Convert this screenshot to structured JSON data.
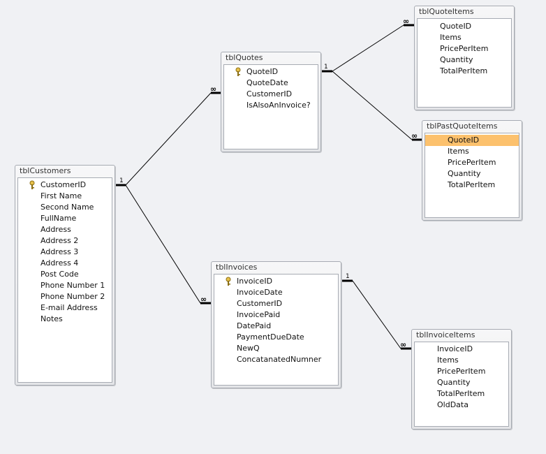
{
  "symbols": {
    "one": "1",
    "many": "∞"
  },
  "tables": [
    {
      "id": "customers",
      "title": "tblCustomers",
      "fields": [
        {
          "name": "CustomerID",
          "key": true
        },
        {
          "name": "First Name"
        },
        {
          "name": "Second Name"
        },
        {
          "name": "FullName"
        },
        {
          "name": "Address"
        },
        {
          "name": "Address 2"
        },
        {
          "name": "Address 3"
        },
        {
          "name": "Address 4"
        },
        {
          "name": "Post Code"
        },
        {
          "name": "Phone Number 1"
        },
        {
          "name": "Phone Number 2"
        },
        {
          "name": "E-mail Address"
        },
        {
          "name": "Notes"
        }
      ]
    },
    {
      "id": "quotes",
      "title": "tblQuotes",
      "fields": [
        {
          "name": "QuoteID",
          "key": true
        },
        {
          "name": "QuoteDate"
        },
        {
          "name": "CustomerID"
        },
        {
          "name": "IsAlsoAnInvoice?"
        }
      ]
    },
    {
      "id": "quoteitems",
      "title": "tblQuoteItems",
      "fields": [
        {
          "name": "QuoteID"
        },
        {
          "name": "Items"
        },
        {
          "name": "PricePerItem"
        },
        {
          "name": "Quantity"
        },
        {
          "name": "TotalPerItem"
        }
      ]
    },
    {
      "id": "pastquoteitems",
      "title": "tblPastQuoteItems",
      "fields": [
        {
          "name": "QuoteID",
          "selected": true
        },
        {
          "name": "Items"
        },
        {
          "name": "PricePerItem"
        },
        {
          "name": "Quantity"
        },
        {
          "name": "TotalPerItem"
        }
      ]
    },
    {
      "id": "invoices",
      "title": "tblInvoices",
      "fields": [
        {
          "name": "InvoiceID",
          "key": true
        },
        {
          "name": "InvoiceDate"
        },
        {
          "name": "CustomerID"
        },
        {
          "name": "InvoicePaid"
        },
        {
          "name": "DatePaid"
        },
        {
          "name": "PaymentDueDate"
        },
        {
          "name": "NewQ"
        },
        {
          "name": "ConcatanatedNumner"
        }
      ]
    },
    {
      "id": "invoiceitems",
      "title": "tblInvoiceItems",
      "fields": [
        {
          "name": "InvoiceID"
        },
        {
          "name": "Items"
        },
        {
          "name": "PricePerItem"
        },
        {
          "name": "Quantity"
        },
        {
          "name": "TotalPerItem"
        },
        {
          "name": "OldData"
        }
      ]
    }
  ],
  "relationships": [
    {
      "from": "customers",
      "to": "quotes",
      "type": "one-to-many"
    },
    {
      "from": "customers",
      "to": "invoices",
      "type": "one-to-many"
    },
    {
      "from": "quotes",
      "to": "quoteitems",
      "type": "one-to-many"
    },
    {
      "from": "quotes",
      "to": "pastquoteitems",
      "type": "one-to-many"
    },
    {
      "from": "invoices",
      "to": "invoiceitems",
      "type": "one-to-many"
    }
  ],
  "colors": {
    "background": "#f0f1f4",
    "selected_field": "#fcc16d",
    "line": "#000000",
    "key_icon": "#e6c04a"
  },
  "icons": {
    "primary_key": "key-icon"
  }
}
